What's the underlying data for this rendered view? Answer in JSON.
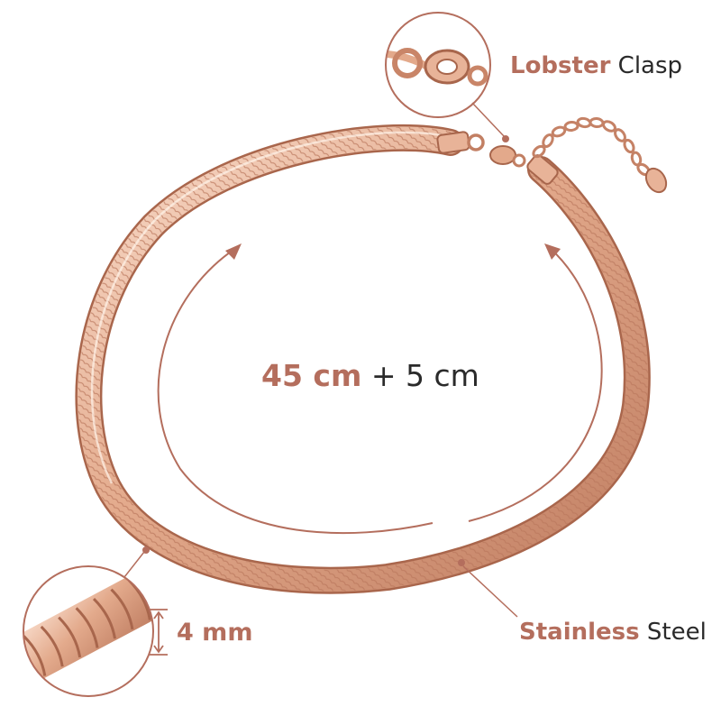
{
  "labels": {
    "clasp": {
      "accent": "Lobster",
      "plain": "Clasp"
    },
    "length": {
      "main": "45 cm",
      "extra": "+ 5 cm"
    },
    "width": {
      "value": "4 mm"
    },
    "material": {
      "accent": "Stainless",
      "plain": "Steel"
    }
  },
  "colors": {
    "accent": "#b46e5d",
    "chain_light": "#f6d2bf",
    "chain_mid": "#dfa587",
    "chain_dark": "#b06f55",
    "text": "#2a2a2a"
  }
}
